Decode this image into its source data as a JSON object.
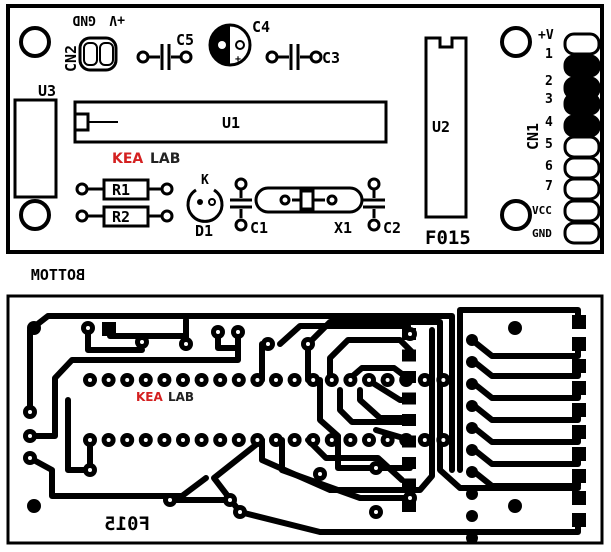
{
  "top_layer": {
    "labels": {
      "cn2": "CN2",
      "gnd_v": "GND",
      "v_plus_top": "+V",
      "c5": "C5",
      "c4": "C4",
      "c3": "C3",
      "u3": "U3",
      "u1": "U1",
      "u2": "U2",
      "cn1": "CN1",
      "pin_plus_v": "+V",
      "pin1": "1",
      "pin2": "2",
      "pin3": "3",
      "pin4": "4",
      "pin5": "5",
      "pin6": "6",
      "pin7": "7",
      "vcc": "VCC",
      "gnd": "GND",
      "k": "K",
      "r1": "R1",
      "r2": "R2",
      "d1": "D1",
      "c1": "C1",
      "x1": "X1",
      "c2": "C2",
      "board_code": "F015"
    },
    "brand": {
      "part1": "KEA",
      "part2": "LAB"
    }
  },
  "bottom_layer": {
    "title": "BOTTOM",
    "board_code": "F015",
    "brand": {
      "part1": "KEA",
      "part2": "LAB"
    }
  },
  "colors": {
    "ink": "#000000",
    "brand_red": "#d42020",
    "paper": "#ffffff"
  }
}
